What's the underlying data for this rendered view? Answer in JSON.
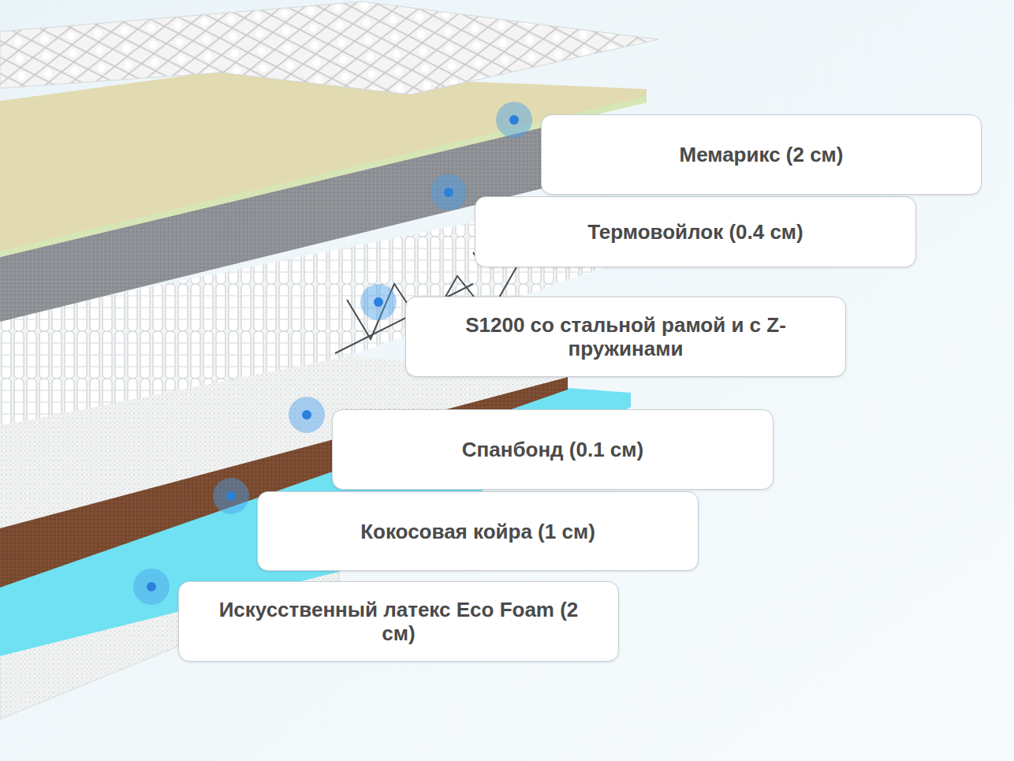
{
  "diagram": {
    "nodes": [
      {
        "text": [
          "Мемарикс (2 см)"
        ]
      },
      {
        "text": [
          "Термовойлок (0.4 см)"
        ]
      },
      {
        "text": [
          "S1200 со стальной рамой и с Z- пружинами"
        ]
      },
      {
        "text": [
          "Спанбонд (0.1 см)"
        ]
      },
      {
        "text": [
          "Кокосовая койра (1 см)"
        ]
      },
      {
        "text": [
          "Искусственный латекс Eco Foam (2 см)"
        ]
      }
    ]
  }
}
